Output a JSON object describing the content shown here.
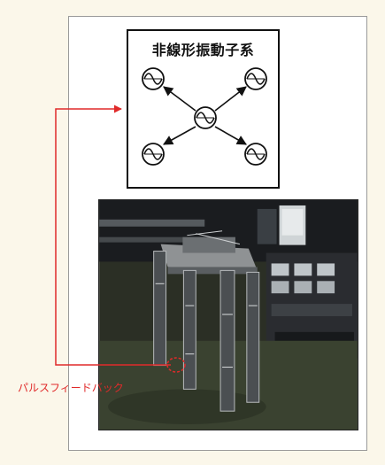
{
  "diagram": {
    "title": "非線形振動子系",
    "feedback_label": "パルスフィードバック",
    "feedback_color": "#e02a2a",
    "oscillator_icon": "sine-wave-circle-icon",
    "photo_description_icon": "quadruped-robot-photo"
  }
}
